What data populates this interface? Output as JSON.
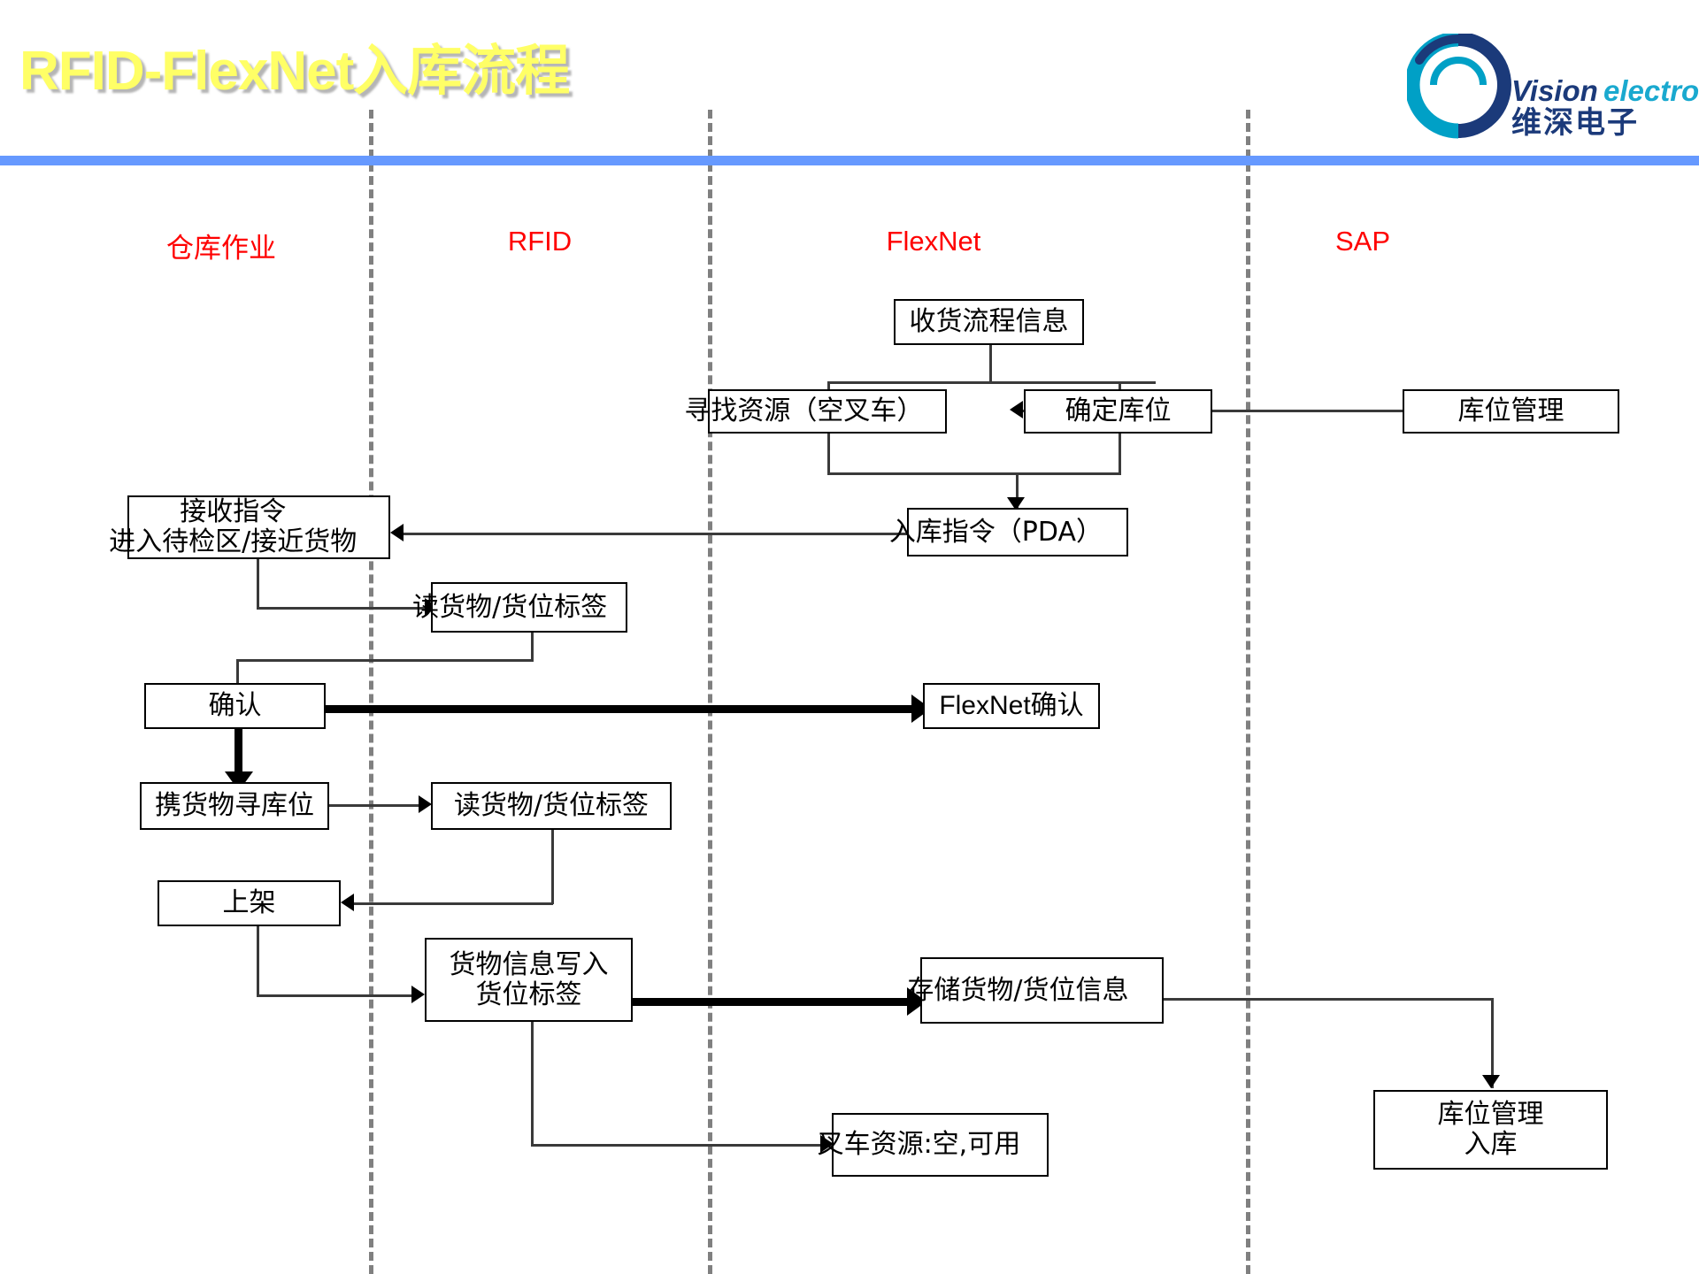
{
  "slide": {
    "title": "RFID-FlexNet入库流程",
    "title_color": "#ffff66",
    "accent_rule_color": "#6699ff",
    "lane_header_color": "#ff0000",
    "background": "#ffffff"
  },
  "logo": {
    "brand_latin_part1": "Vision",
    "brand_latin_part2": "electron",
    "brand_cjk": "维深电子",
    "mark_outer_color": "#1b3a7a",
    "mark_inner_color": "#00a0c6"
  },
  "lanes": [
    {
      "id": "warehouse",
      "label": "仓库作业"
    },
    {
      "id": "rfid",
      "label": "RFID"
    },
    {
      "id": "flexnet",
      "label": "FlexNet"
    },
    {
      "id": "sap",
      "label": "SAP"
    }
  ],
  "nodes": {
    "receiving_info": {
      "label": "收货流程信息"
    },
    "find_resource": {
      "label": "寻找资源（空叉车）"
    },
    "confirm_bin": {
      "label": "确定库位"
    },
    "bin_management": {
      "label": "库位管理"
    },
    "inbound_command": {
      "label": "入库指令（PDA）"
    },
    "receive_command_l1": {
      "label": "接收指令"
    },
    "receive_command_l2": {
      "label": "进入待检区/接近货物"
    },
    "read_tag_1": {
      "label": "读货物/货位标签"
    },
    "confirm": {
      "label": "确认"
    },
    "flexnet_confirm": {
      "label": "FlexNet确认"
    },
    "carry_find_bin": {
      "label": "携货物寻库位"
    },
    "read_tag_2": {
      "label": "读货物/货位标签"
    },
    "shelve": {
      "label": "上架"
    },
    "write_tag_l1": {
      "label": "货物信息写入"
    },
    "write_tag_l2": {
      "label": "货位标签"
    },
    "store_info": {
      "label": "存储货物/货位信息"
    },
    "forklift_status": {
      "label": "叉车资源:空,可用"
    },
    "bin_management_in_l1": {
      "label": "库位管理"
    },
    "bin_management_in_l2": {
      "label": "入库"
    }
  }
}
